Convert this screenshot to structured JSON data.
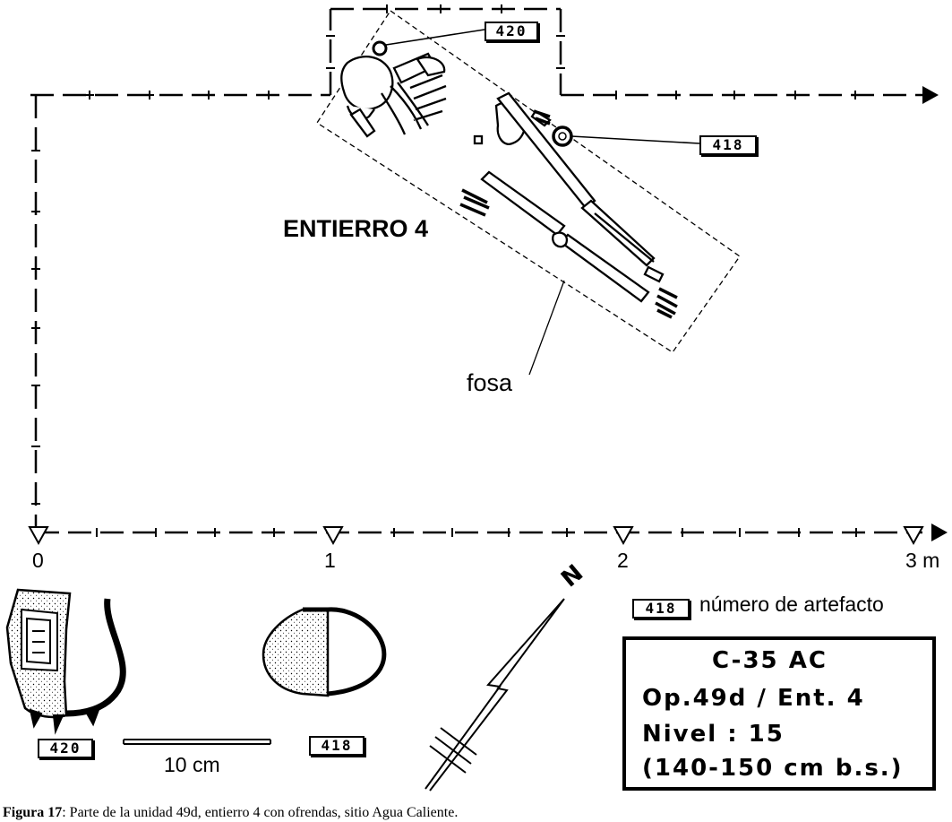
{
  "burial_label": "ENTIERRO 4",
  "pit_label": "fosa",
  "artifact_tags": {
    "a420": "420",
    "a418": "418"
  },
  "axis": {
    "tick_0": "0",
    "tick_1": "1",
    "tick_2": "2",
    "tick_3": "3 m"
  },
  "north_label": "N",
  "legend": {
    "sample_number": "418",
    "text": "número de artefacto"
  },
  "vessels": {
    "vessel_a_number": "420",
    "vessel_b_number": "418"
  },
  "scale_bar_label": "10 cm",
  "info_box": {
    "line1": "C-35 AC",
    "line2": "Op.49d / Ent. 4",
    "line3": "Nivel : 15",
    "line4": "(140-150 cm b.s.)"
  },
  "caption": {
    "label": "Figura 17",
    "text": ": Parte de la unidad 49d, entierro 4 con ofrendas, sitio Agua Caliente."
  }
}
